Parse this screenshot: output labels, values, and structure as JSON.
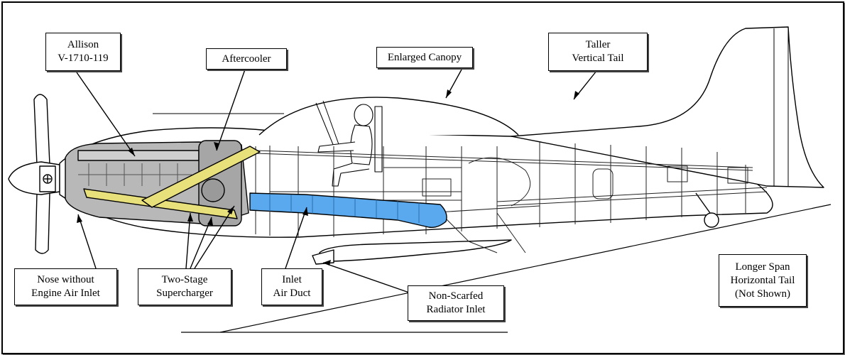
{
  "labels": {
    "allison": "Allison\nV-1710-119",
    "aftercooler": "Aftercooler",
    "enlarged_canopy": "Enlarged Canopy",
    "taller_vertical_tail": "Taller\nVertical Tail",
    "nose": "Nose without\nEngine Air Inlet",
    "two_stage": "Two-Stage\nSupercharger",
    "inlet_air_duct": "Inlet\nAir Duct",
    "non_scarfed": "Non-Scarfed\nRadiator Inlet",
    "longer_span": "Longer Span\nHorizontal Tail\n(Not Shown)"
  },
  "colors": {
    "aftercooler_tube": "#e8e07a",
    "air_duct": "#5aa9ee",
    "engine": "#b8b8b8",
    "line": "#000000"
  }
}
